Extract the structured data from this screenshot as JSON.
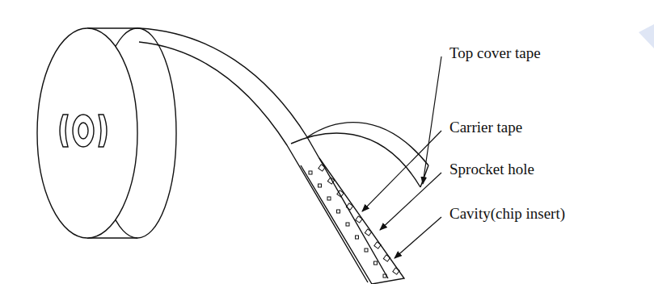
{
  "diagram": {
    "labels": [
      "Top cover tape",
      "Carrier tape",
      "Sprocket hole",
      "Cavity(chip insert)"
    ]
  }
}
